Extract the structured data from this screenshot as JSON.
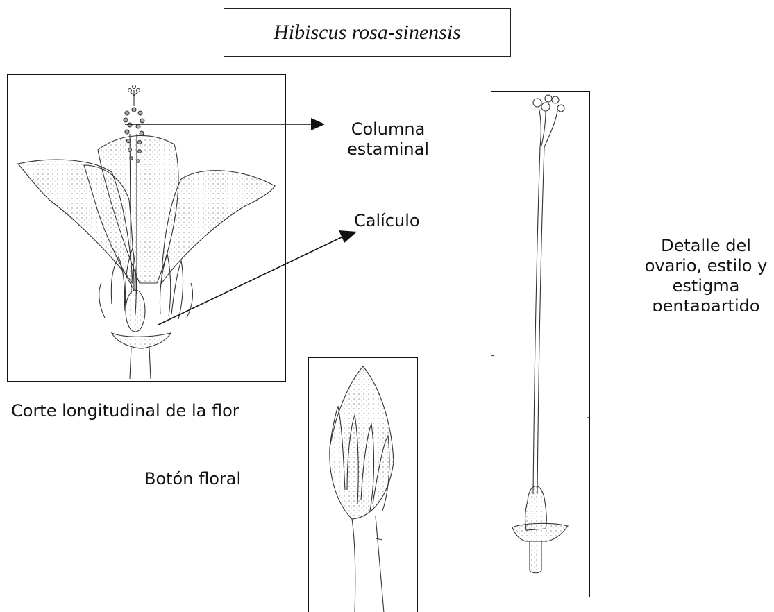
{
  "title": "Hibiscus rosa-sinensis",
  "labels": {
    "columna_line1": "Columna",
    "columna_line2": "estaminal",
    "caliculo": "Calículo",
    "corte": "Corte longitudinal de la flor",
    "boton": "Botón floral",
    "detalle_line1": "Detalle del",
    "detalle_line2": "ovario, estilo y",
    "detalle_line3": "estigma",
    "detalle_line4": "pentapartido"
  }
}
